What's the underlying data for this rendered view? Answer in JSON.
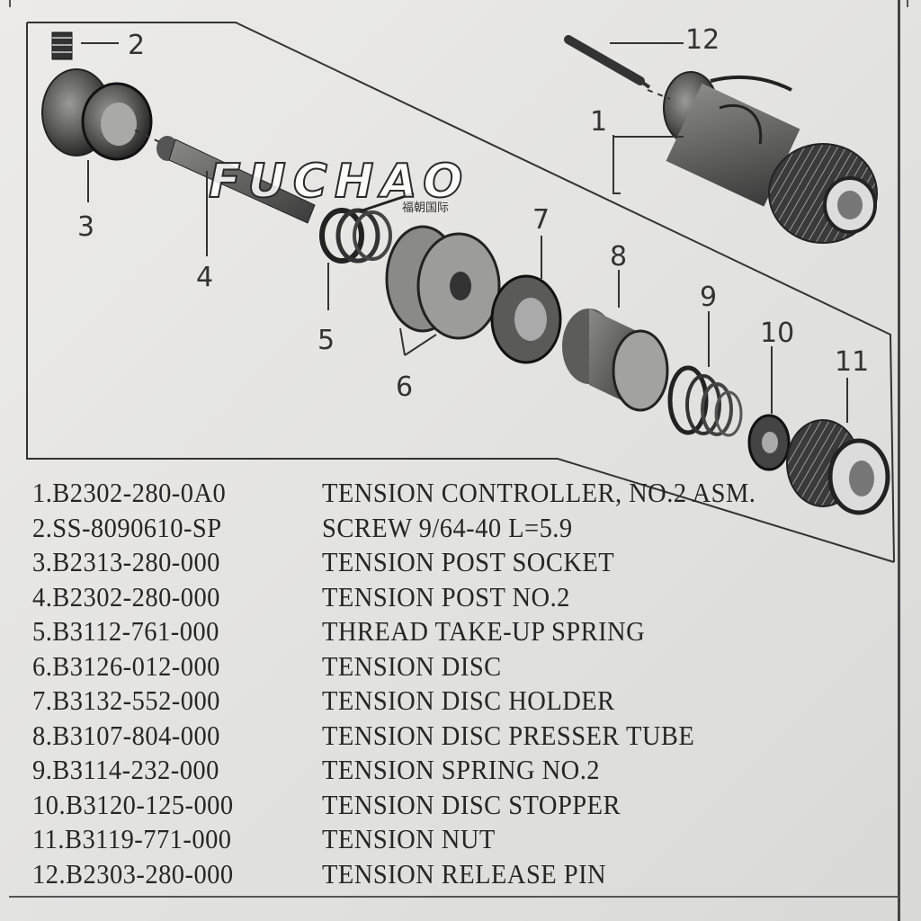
{
  "watermark": {
    "brand": "FUCHAO",
    "brand_cn": "福朝国际"
  },
  "callouts": [
    "1",
    "2",
    "3",
    "4",
    "5",
    "6",
    "7",
    "8",
    "9",
    "10",
    "11",
    "12"
  ],
  "parts": [
    {
      "no": "1.",
      "part_number": "B2302-280-0A0",
      "description": "TENSION CONTROLLER, NO.2 ASM."
    },
    {
      "no": "2.",
      "part_number": "SS-8090610-SP",
      "description": "SCREW 9/64-40 L=5.9"
    },
    {
      "no": "3.",
      "part_number": "B2313-280-000",
      "description": "TENSION POST SOCKET"
    },
    {
      "no": "4.",
      "part_number": "B2302-280-000",
      "description": "TENSION POST NO.2"
    },
    {
      "no": "5.",
      "part_number": "B3112-761-000",
      "description": "THREAD TAKE-UP SPRING"
    },
    {
      "no": "6.",
      "part_number": "B3126-012-000",
      "description": "TENSION DISC"
    },
    {
      "no": "7.",
      "part_number": "B3132-552-000",
      "description": "TENSION DISC HOLDER"
    },
    {
      "no": "8.",
      "part_number": "B3107-804-000",
      "description": "TENSION DISC PRESSER TUBE"
    },
    {
      "no": "9.",
      "part_number": "B3114-232-000",
      "description": "TENSION SPRING NO.2"
    },
    {
      "no": "10.",
      "part_number": "B3120-125-000",
      "description": "TENSION DISC STOPPER"
    },
    {
      "no": "11.",
      "part_number": "B3119-771-000",
      "description": "TENSION NUT"
    },
    {
      "no": "12.",
      "part_number": "B2303-280-000",
      "description": "TENSION RELEASE PIN"
    }
  ]
}
